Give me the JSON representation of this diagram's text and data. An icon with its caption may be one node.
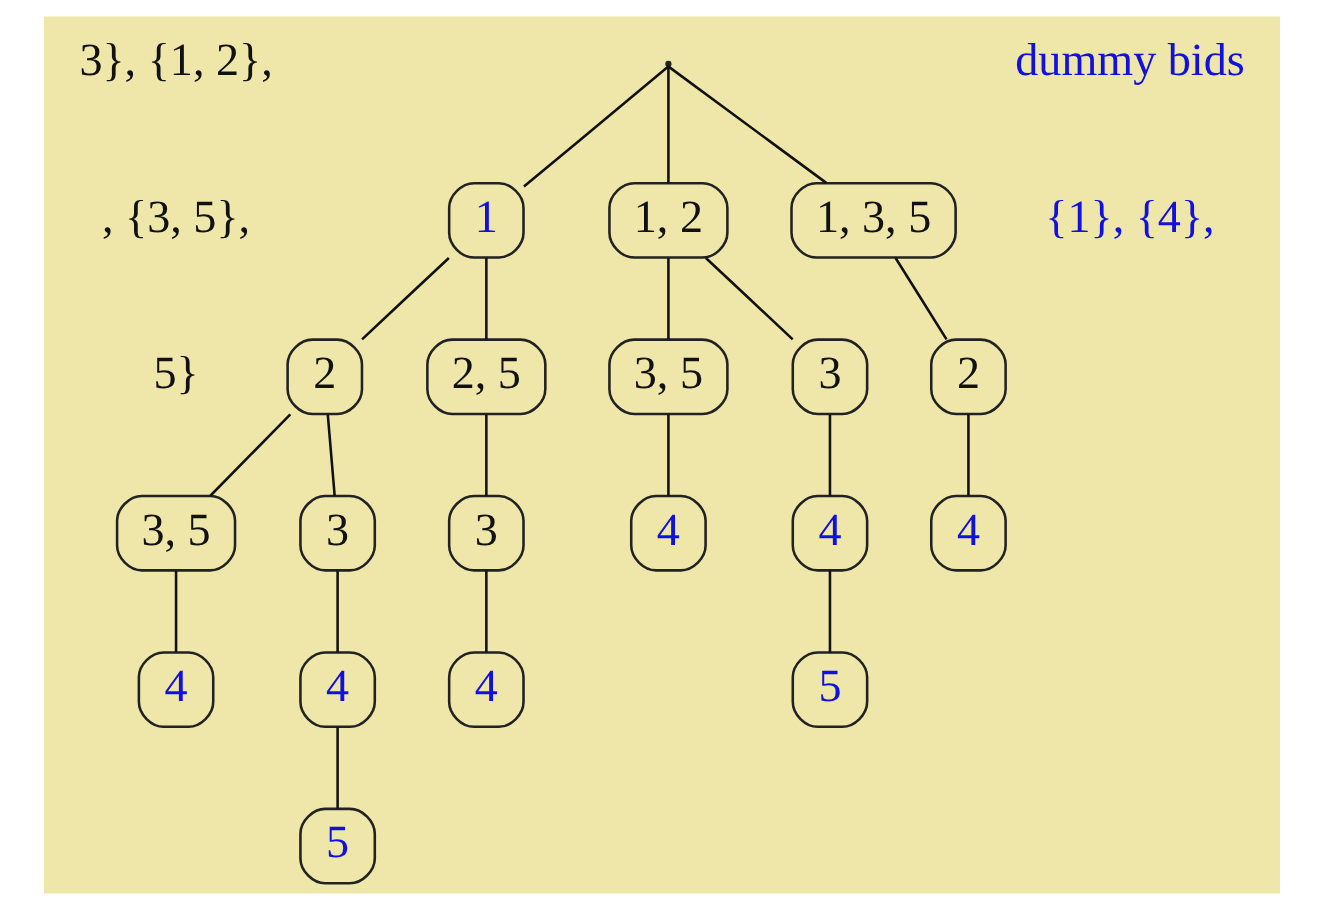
{
  "diagram": {
    "nodes": [
      {
        "text": [],
        "shape": "point"
      },
      {
        "text": [
          "1, 2"
        ]
      },
      {
        "text": [
          "1, 3, 5"
        ]
      },
      {
        "text": [
          "1"
        ]
      },
      {
        "text": [
          "3, 5"
        ]
      },
      {
        "text": [
          "3"
        ]
      },
      {
        "text": [
          "2"
        ]
      },
      {
        "text": [
          "2, 5"
        ]
      },
      {
        "text": [
          "2"
        ]
      },
      {
        "text": [
          "4"
        ]
      },
      {
        "text": [
          "4"
        ]
      },
      {
        "text": [
          "4"
        ]
      },
      {
        "text": [
          "3"
        ]
      },
      {
        "text": [
          "3, 5"
        ]
      },
      {
        "text": [
          "3"
        ]
      },
      {
        "text": [
          "5"
        ]
      },
      {
        "text": [
          "4"
        ]
      },
      {
        "text": [
          "4"
        ]
      },
      {
        "text": [
          "4"
        ]
      },
      {
        "text": [
          "5"
        ]
      }
    ],
    "edges": [
      {
        "from": 0,
        "to": 1,
        "arrow": "none"
      },
      {
        "from": 0,
        "to": 2,
        "arrow": "none"
      },
      {
        "from": 0,
        "to": 3,
        "arrow": "none"
      },
      {
        "from": 1,
        "to": 4,
        "arrow": "none"
      },
      {
        "from": 1,
        "to": 5,
        "arrow": "none"
      },
      {
        "from": 2,
        "to": 6,
        "arrow": "none"
      },
      {
        "from": 3,
        "to": 7,
        "arrow": "none"
      },
      {
        "from": 3,
        "to": 8,
        "arrow": "none"
      },
      {
        "from": 4,
        "to": 9,
        "arrow": "none"
      },
      {
        "from": 5,
        "to": 10,
        "arrow": "none"
      },
      {
        "from": 6,
        "to": 11,
        "arrow": "none"
      },
      {
        "from": 7,
        "to": 12,
        "arrow": "none"
      },
      {
        "from": 8,
        "to": 13,
        "arrow": "none"
      },
      {
        "from": 8,
        "to": 14,
        "arrow": "none"
      },
      {
        "from": 10,
        "to": 15,
        "arrow": "none"
      },
      {
        "from": 12,
        "to": 16,
        "arrow": "none"
      },
      {
        "from": 13,
        "to": 17,
        "arrow": "none"
      },
      {
        "from": 14,
        "to": 18,
        "arrow": "none"
      },
      {
        "from": 18,
        "to": 19,
        "arrow": "none"
      }
    ],
    "labels": [
      "3}, {1, 2},",
      ", {3, 5},",
      "5}",
      "dummy bids",
      "{1}, {4},"
    ]
  }
}
